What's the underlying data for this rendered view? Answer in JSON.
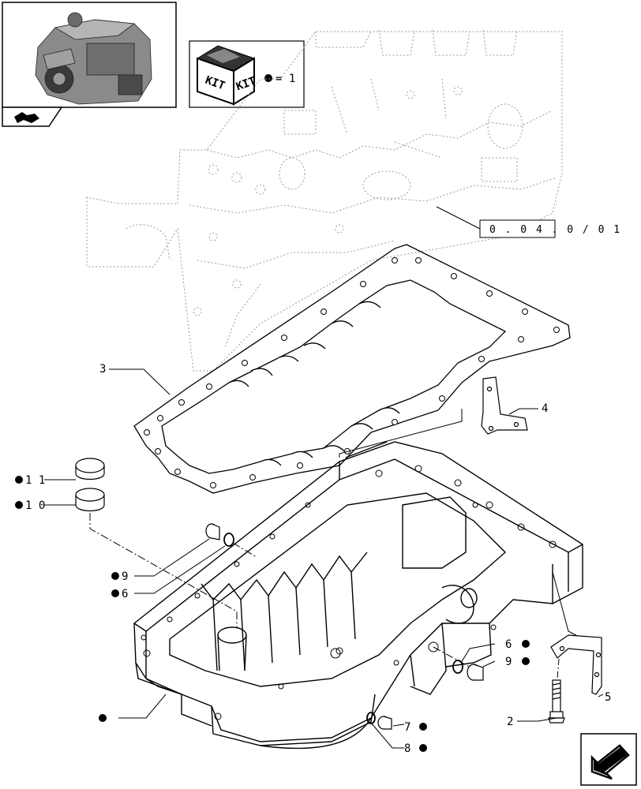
{
  "kit_box": {
    "icon_text": "KIT",
    "legend_text": "= 1"
  },
  "reference_label": "0 . 0 4 . 0 / 0 1",
  "callouts": {
    "c2": "2",
    "c3": "3",
    "c4": "4",
    "c5": "5",
    "c6_left": "6",
    "c6_right": "6",
    "c7": "7",
    "c8": "8",
    "c9_left": "9",
    "c9_right": "9",
    "c10": "1 0",
    "c11": "1 1"
  },
  "colors": {
    "line": "#000000",
    "dotted": "#9a9a9a",
    "background": "#ffffff"
  },
  "icons": {
    "thumbnail": "engine-thumbnail",
    "kit": "kit-box-icon",
    "bullet": "kit-bullet-icon",
    "prev_nav": "previous-page-icon",
    "next_nav": "next-page-arrow-icon"
  }
}
